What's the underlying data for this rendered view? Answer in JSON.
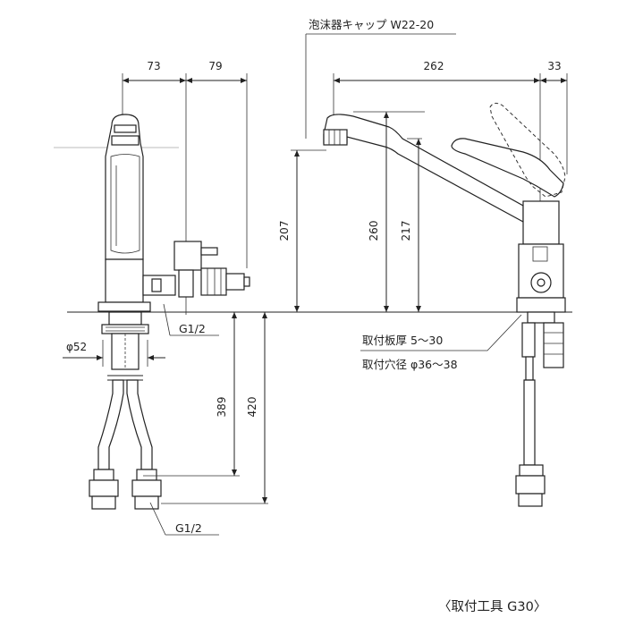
{
  "dimensions": {
    "left_width_a": "73",
    "left_width_b": "79",
    "spout_reach": "262",
    "handle_offset": "33",
    "spout_height": "207",
    "body_height": "260",
    "handle_height": "217",
    "hose_length_a": "389",
    "hose_length_b": "420",
    "base_diameter": "φ52"
  },
  "labels": {
    "aerator_cap": "泡沫器キャップ W22-20",
    "connection_top": "G1/2",
    "connection_bottom": "G1/2",
    "mount_thickness": "取付板厚 5～30",
    "mount_hole": "取付穴径 φ36～38",
    "tool": "〈取付工具 G30〉"
  }
}
